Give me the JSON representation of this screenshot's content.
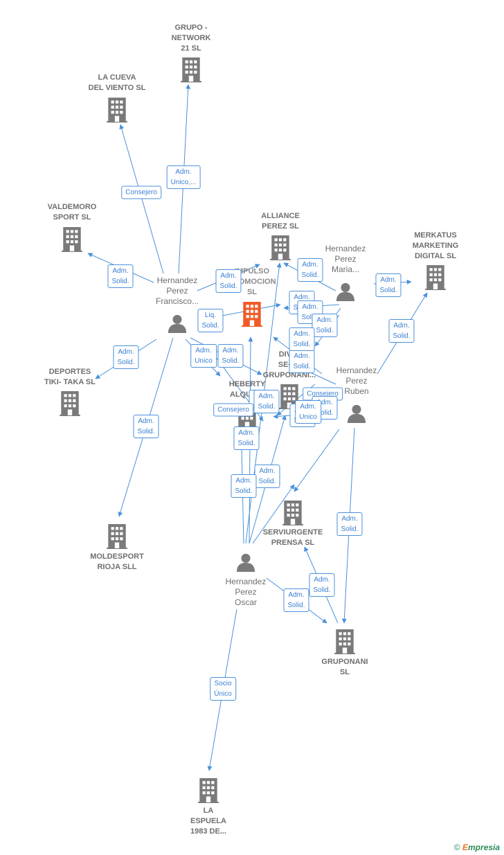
{
  "companies": [
    {
      "id": "grupo",
      "label": "GRUPO -\nNETWORK\n21 SL"
    },
    {
      "id": "cueva",
      "label": "LA CUEVA\nDEL VIENTO SL"
    },
    {
      "id": "valdemoro",
      "label": "VALDEMORO\nSPORT SL"
    },
    {
      "id": "alliance",
      "label": "ALLIANCE\nPEREZ  SL"
    },
    {
      "id": "merkatus",
      "label": "MERKATUS\nMARKETING\nDIGITAL  SL"
    },
    {
      "id": "impulso",
      "label": "IMPULSO\nPROMOCION\nSL",
      "highlight": true
    },
    {
      "id": "deportes",
      "label": "DEPORTES\nTIKI- TAKA SL"
    },
    {
      "id": "divi",
      "label": "DIVI...\nSEG...\nGRUPONANI..."
    },
    {
      "id": "heberty",
      "label": "HEBERTY\nALQUIL..."
    },
    {
      "id": "serviurgente",
      "label": "SERVIURGENTE\nPRENSA  SL"
    },
    {
      "id": "moldesport",
      "label": "MOLDESPORT\nRIOJA  SLL"
    },
    {
      "id": "gruponani",
      "label": "GRUPONANI\nSL"
    },
    {
      "id": "espuela",
      "label": "LA\nESPUELA\n1983 DE..."
    }
  ],
  "persons": [
    {
      "id": "francisco",
      "label": "Hernandez\nPerez\nFrancisco..."
    },
    {
      "id": "maria",
      "label": "Hernandez\nPerez\nMaria..."
    },
    {
      "id": "ruben",
      "label": "Hernandez\nPerez\nRuben"
    },
    {
      "id": "oscar",
      "label": "Hernandez\nPerez\nOscar"
    }
  ],
  "edge_labels": [
    {
      "id": "e1",
      "text": "Adm.\nUnico,..."
    },
    {
      "id": "e2",
      "text": "Consejero"
    },
    {
      "id": "e3",
      "text": "Adm.\nSolid."
    },
    {
      "id": "e4",
      "text": "Adm.\nSolid."
    },
    {
      "id": "e5",
      "text": "Adm.\nSolid."
    },
    {
      "id": "e6",
      "text": "Adm.\nUnico"
    },
    {
      "id": "e7",
      "text": "Adm.\nSolid."
    },
    {
      "id": "e8",
      "text": "Adm.\nSolid."
    },
    {
      "id": "e9",
      "text": "Liq.\nSolid."
    },
    {
      "id": "e10",
      "text": "Adm.\nSolid."
    },
    {
      "id": "e11",
      "text": "Adm.\nSolid."
    },
    {
      "id": "e12",
      "text": "Adm.\nSolid."
    },
    {
      "id": "e13",
      "text": "Adm.\nSolid."
    },
    {
      "id": "e14",
      "text": "Adm.\nSolid."
    },
    {
      "id": "e15",
      "text": "Adm.\nSolid."
    },
    {
      "id": "e16",
      "text": "Adm.\nSolid."
    },
    {
      "id": "e17",
      "text": "Adm.\nSolid."
    },
    {
      "id": "e18",
      "text": "Adm.\nSolid."
    },
    {
      "id": "e19",
      "text": "Adm.\nSolid."
    },
    {
      "id": "e20",
      "text": "Consejero"
    },
    {
      "id": "e21",
      "text": "Consejero"
    },
    {
      "id": "e22",
      "text": "Adm.\nSolid."
    },
    {
      "id": "e23",
      "text": "Adm.\nSolid."
    },
    {
      "id": "e24",
      "text": "Adm.\nSolid."
    },
    {
      "id": "e25",
      "text": "Adm.\nSolid."
    },
    {
      "id": "e26",
      "text": "Adm.\nSolid."
    },
    {
      "id": "e27",
      "text": "Adm.\nSolid."
    },
    {
      "id": "e28",
      "text": "Adm.\nSolid."
    },
    {
      "id": "e29",
      "text": "Socio\nÚnico"
    },
    {
      "id": "e30",
      "text": "Adm.\nSolid."
    },
    {
      "id": "e31",
      "text": "Adm.\nUnico"
    }
  ],
  "footer": {
    "copyright": "©",
    "brand_first": "E",
    "brand_rest": "mpresia"
  },
  "colors": {
    "edge": "#4a90d9",
    "node": "#7a7a7a",
    "highlight": "#f05a28"
  }
}
